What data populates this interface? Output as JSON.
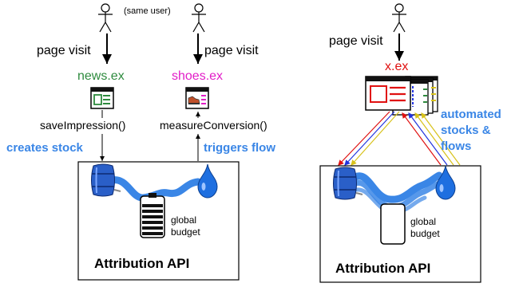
{
  "left_panel": {
    "note_same_user": "(same user)",
    "visit_label_1": "page visit",
    "visit_label_2": "page visit",
    "site_news": "news.ex",
    "site_shoes": "shoes.ex",
    "call_save": "saveImpression()",
    "call_measure": "measureConversion()",
    "caption_stock": "creates stock",
    "caption_flow": "triggers flow",
    "budget_label_1": "global",
    "budget_label_2": "budget",
    "api_title": "Attribution API"
  },
  "right_panel": {
    "visit_label": "page visit",
    "site_x": "x.ex",
    "caption_auto_1": "automated",
    "caption_auto_2": "stocks &",
    "caption_auto_3": "flows",
    "budget_label_1": "global",
    "budget_label_2": "budget",
    "api_title": "Attribution API"
  },
  "colors": {
    "news": "#2e8b3e",
    "shoes": "#e21ec8",
    "xex": "#e01010",
    "caption_blue": "#3a86e6",
    "water_blue": "#1e6fe0",
    "barrel_blue": "#2a5fc8",
    "arrow_red": "#e01010",
    "arrow_blue": "#2233dd",
    "arrow_yellow": "#d8c21a"
  },
  "icons": [
    "user-icon",
    "webpage-icon",
    "barrel-icon",
    "water-drop-icon",
    "budget-jar-icon",
    "shoe-icon"
  ]
}
